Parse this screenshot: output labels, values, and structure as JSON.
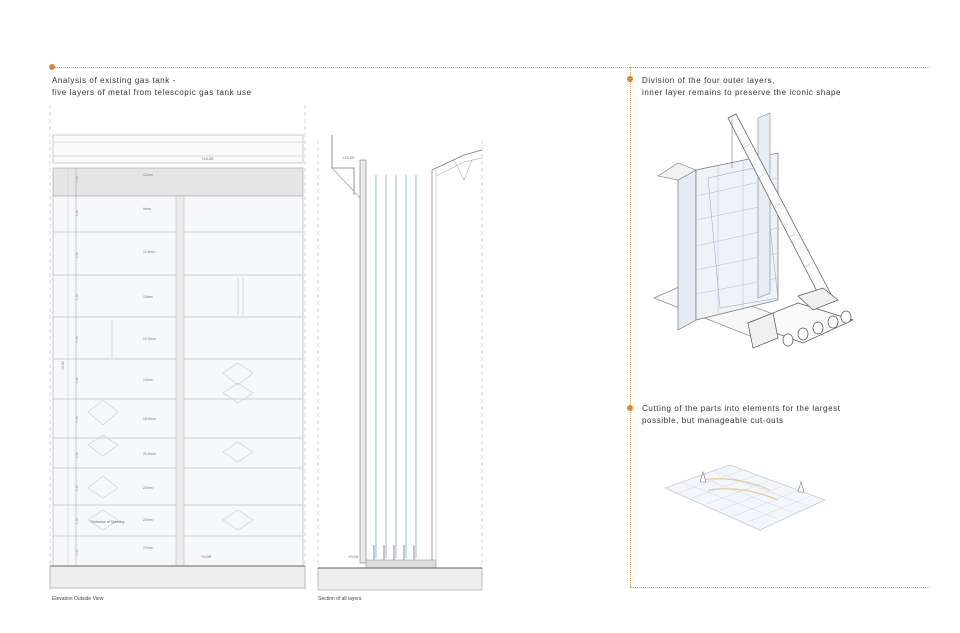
{
  "left_heading": {
    "line1": "Analysis of existing gas tank -",
    "line2": "five layers of metal from telescopic gas tank use"
  },
  "right_heading_1": {
    "line1": "Division of the four outer layers,",
    "line2": "inner layer remains to preserve the iconic shape"
  },
  "right_heading_2": {
    "line1": "Cutting of the parts into elements for the largest",
    "line2": "possible, but manageable cut-outs"
  },
  "elevation": {
    "caption": "Elevation Outside View",
    "top_level": "+13,20",
    "bottom_level": "+0,00",
    "total_height": "13,20",
    "thickness_label": "Thickness of Sheeting",
    "rings": [
      {
        "thickness": "12mm",
        "height": "1,40"
      },
      {
        "thickness": "9mm",
        "height": "1,40"
      },
      {
        "thickness": "11,5mm",
        "height": "1,40"
      },
      {
        "thickness": "13mm",
        "height": "1,40"
      },
      {
        "thickness": "10,5mm",
        "height": "1,40"
      },
      {
        "thickness": "14mm",
        "height": "1,40"
      },
      {
        "thickness": "18,5mm",
        "height": "1,40"
      },
      {
        "thickness": "20,5mm",
        "height": "1,40"
      },
      {
        "thickness": "23mm",
        "height": "1,40"
      },
      {
        "thickness": "24mm",
        "height": "1,40"
      },
      {
        "thickness": "27mm",
        "height": "1,20"
      }
    ]
  },
  "section": {
    "caption": "Section of all layers",
    "top_level": "+13,20",
    "bottom_level": "+0,00"
  },
  "colors": {
    "accent": "#d9883f",
    "dotted_frame": "#d9a36a",
    "line": "#9a9a9a",
    "layer_blue": "#7fa6cf"
  }
}
